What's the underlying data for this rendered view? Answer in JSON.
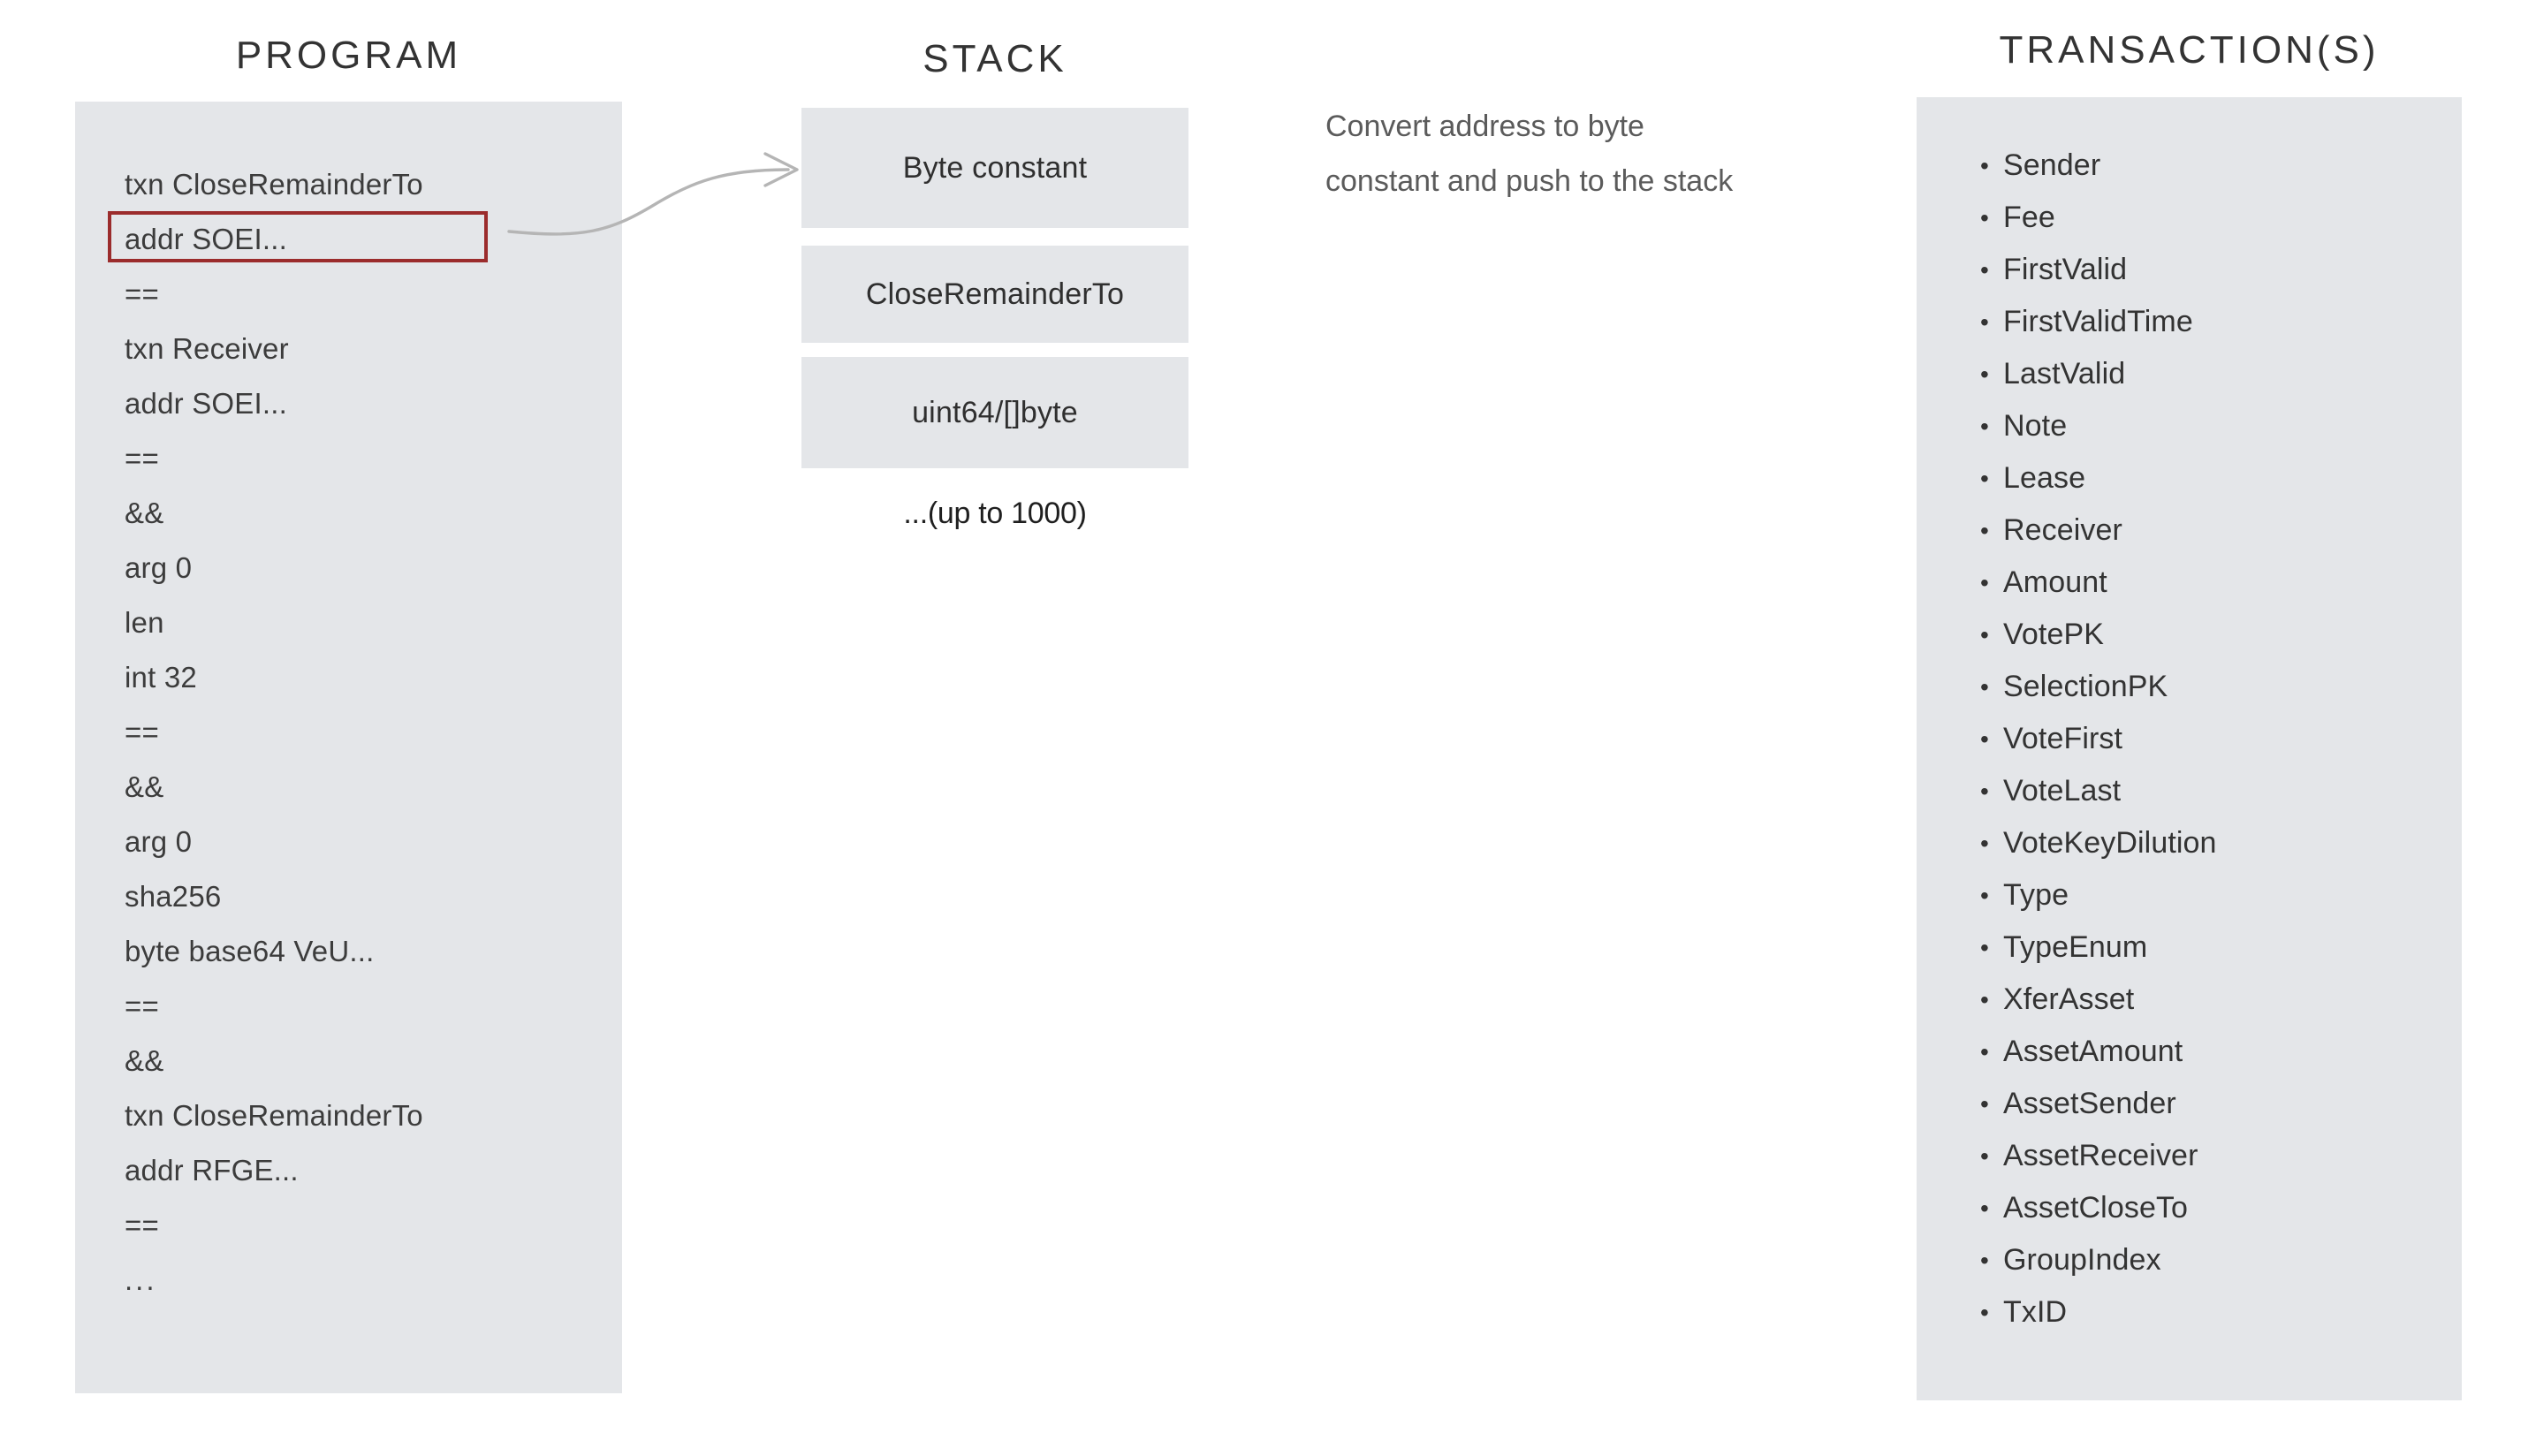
{
  "columns": {
    "program": {
      "title": "PROGRAM"
    },
    "stack": {
      "title": "STACK"
    },
    "transactions": {
      "title": "TRANSACTION(S)"
    }
  },
  "program": {
    "lines": [
      "txn CloseRemainderTo",
      "addr SOEI...",
      "==",
      "txn Receiver",
      "addr SOEI...",
      "==",
      "&&",
      "arg 0",
      "len",
      "int 32",
      "==",
      "&&",
      "arg 0",
      "sha256",
      "byte base64 VeU...",
      "==",
      "&&",
      "txn CloseRemainderTo",
      "addr RFGE...",
      "==",
      "..."
    ],
    "highlighted_index": 1,
    "highlight_color": "#9b2c2c",
    "panel_color": "#e4e6e9"
  },
  "stack": {
    "boxes": [
      "Byte constant",
      "CloseRemainderTo",
      "uint64/[]byte"
    ],
    "more_label": "...(up to 1000)",
    "box_color": "#e4e6e9"
  },
  "annotation": {
    "line1": "Convert address to byte",
    "line2": "constant and push to the stack"
  },
  "transactions": {
    "fields": [
      "Sender",
      "Fee",
      "FirstValid",
      "FirstValidTime",
      "LastValid",
      "Note",
      "Lease",
      "Receiver",
      "Amount",
      "VotePK",
      "SelectionPK",
      "VoteFirst",
      "VoteLast",
      "VoteKeyDilution",
      "Type",
      "TypeEnum",
      "XferAsset",
      "AssetAmount",
      "AssetSender",
      "AssetReceiver",
      "AssetCloseTo",
      "GroupIndex",
      "TxID"
    ],
    "panel_color": "#e4e6e9"
  },
  "arrow": {
    "color": "#b5b5b5",
    "name": "program-to-stack-arrow"
  }
}
